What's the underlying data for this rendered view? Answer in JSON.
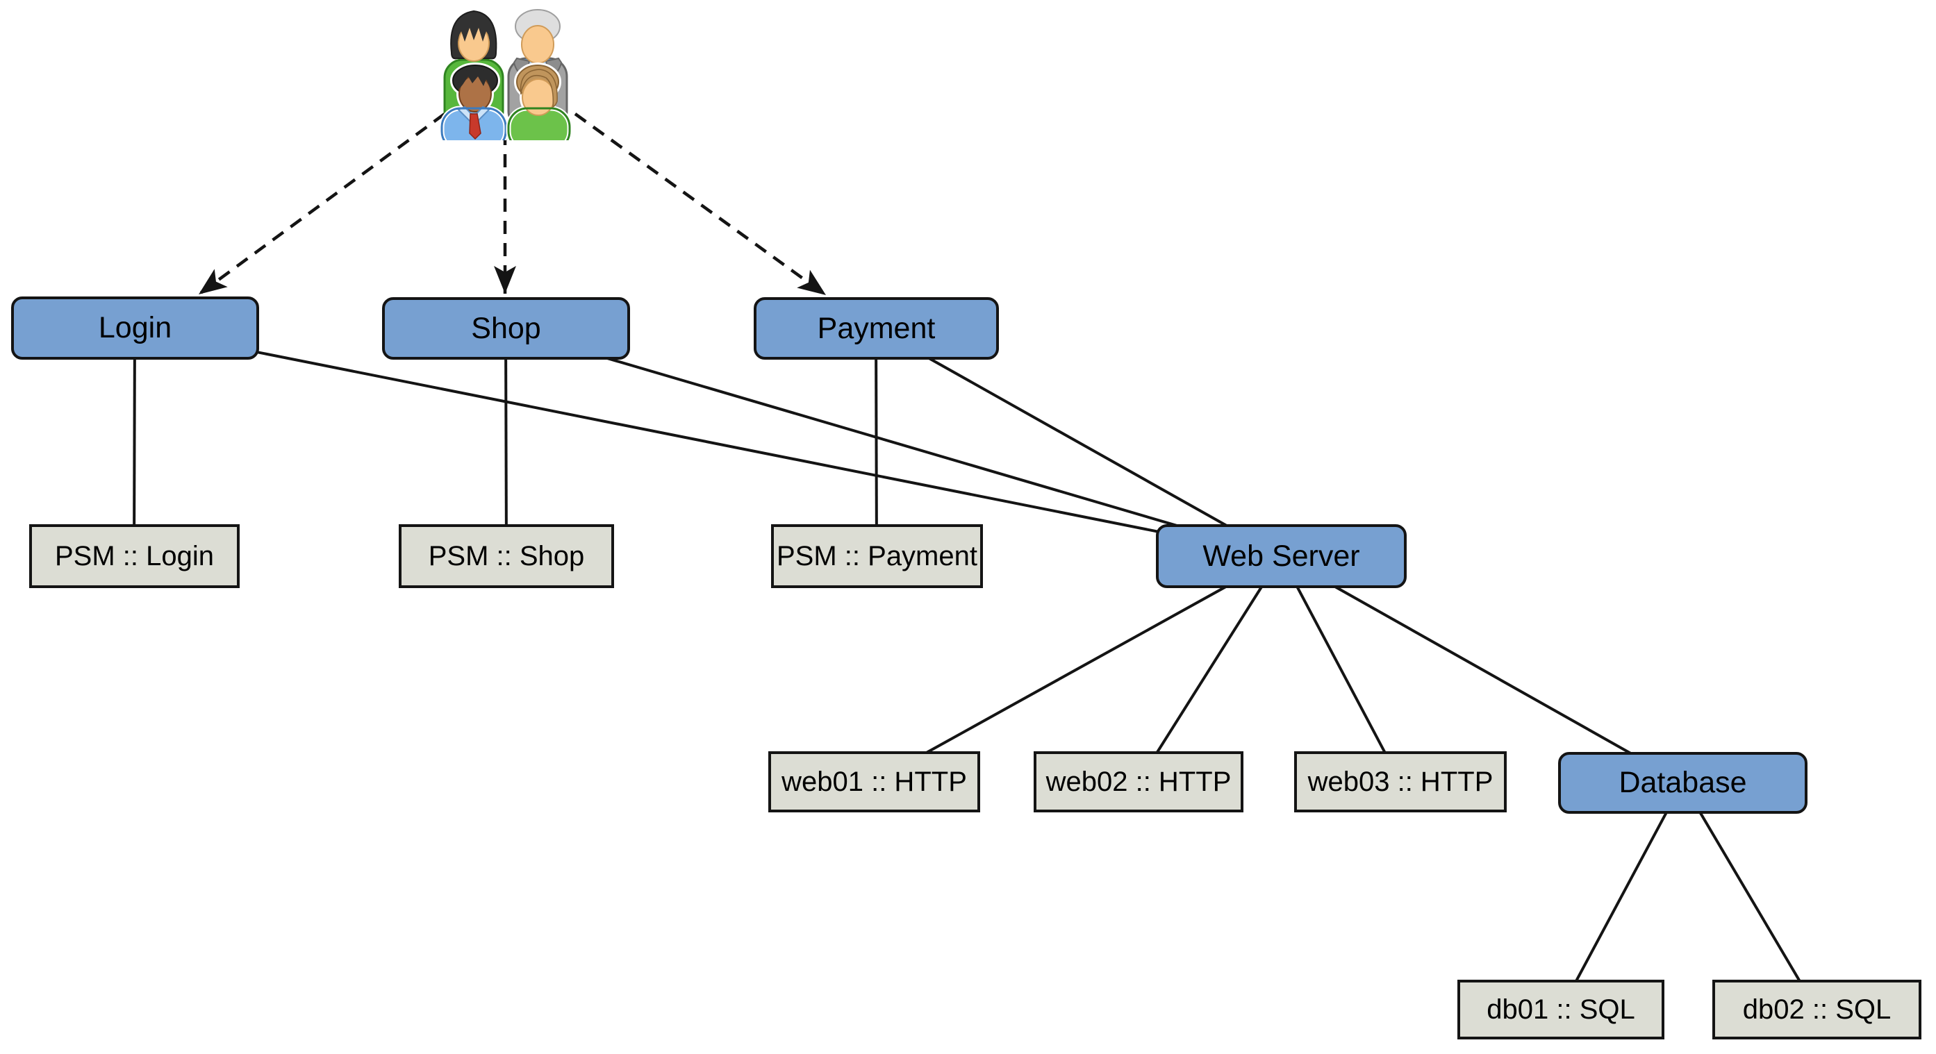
{
  "diagram": {
    "type": "service-dependency-tree",
    "background": "#ffffff"
  },
  "colors": {
    "service_node_fill": "#77a0d1",
    "host_node_fill": "#dcddd4",
    "node_border": "#141414",
    "edge_color": "#141414",
    "text_color": "#000000"
  },
  "icons": {
    "users_group": "users-group-icon"
  },
  "nodes": {
    "login": {
      "label": "Login",
      "type": "service"
    },
    "shop": {
      "label": "Shop",
      "type": "service"
    },
    "payment": {
      "label": "Payment",
      "type": "service"
    },
    "web_server": {
      "label": "Web Server",
      "type": "service"
    },
    "database": {
      "label": "Database",
      "type": "service"
    },
    "psm_login": {
      "label": "PSM :: Login",
      "type": "host"
    },
    "psm_shop": {
      "label": "PSM :: Shop",
      "type": "host"
    },
    "psm_payment": {
      "label": "PSM :: Payment",
      "type": "host"
    },
    "web01": {
      "label": "web01 :: HTTP",
      "type": "host"
    },
    "web02": {
      "label": "web02 :: HTTP",
      "type": "host"
    },
    "web03": {
      "label": "web03 :: HTTP",
      "type": "host"
    },
    "db01": {
      "label": "db01 :: SQL",
      "type": "host"
    },
    "db02": {
      "label": "db02 :: SQL",
      "type": "host"
    }
  },
  "edges": {
    "dashed_arrows_from_users": [
      "login",
      "shop",
      "payment"
    ],
    "solid": [
      [
        "login",
        "psm_login"
      ],
      [
        "shop",
        "psm_shop"
      ],
      [
        "payment",
        "psm_payment"
      ],
      [
        "login",
        "web_server"
      ],
      [
        "shop",
        "web_server"
      ],
      [
        "payment",
        "web_server"
      ],
      [
        "web_server",
        "web01"
      ],
      [
        "web_server",
        "web02"
      ],
      [
        "web_server",
        "web03"
      ],
      [
        "web_server",
        "database"
      ],
      [
        "database",
        "db01"
      ],
      [
        "database",
        "db02"
      ]
    ]
  }
}
